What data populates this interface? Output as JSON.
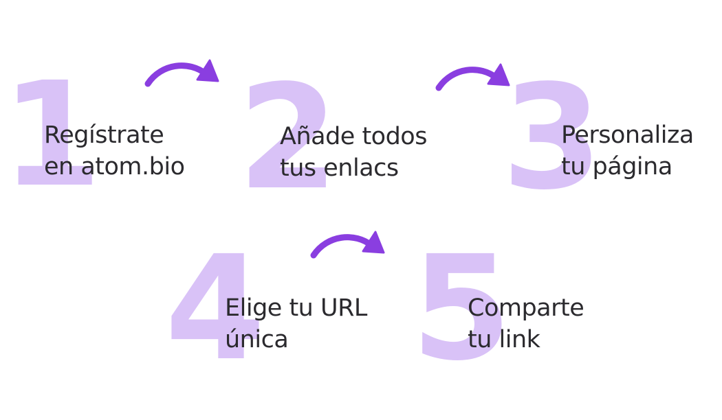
{
  "steps": [
    {
      "number": "1",
      "line1": "Regístrate",
      "line2": "en atom.bio"
    },
    {
      "number": "2",
      "line1": "Añade todos",
      "line2": "tus enlacs"
    },
    {
      "number": "3",
      "line1": "Personaliza",
      "line2": "tu página"
    },
    {
      "number": "4",
      "line1": "Elige tu URL",
      "line2": "única"
    },
    {
      "number": "5",
      "line1": "Comparte",
      "line2": "tu link"
    }
  ],
  "colors": {
    "number": "#d9c2f7",
    "arrow": "#8a3ee0",
    "text": "#2b2a2e"
  },
  "icons": {
    "arrow": "curved-arrow-right-icon"
  }
}
